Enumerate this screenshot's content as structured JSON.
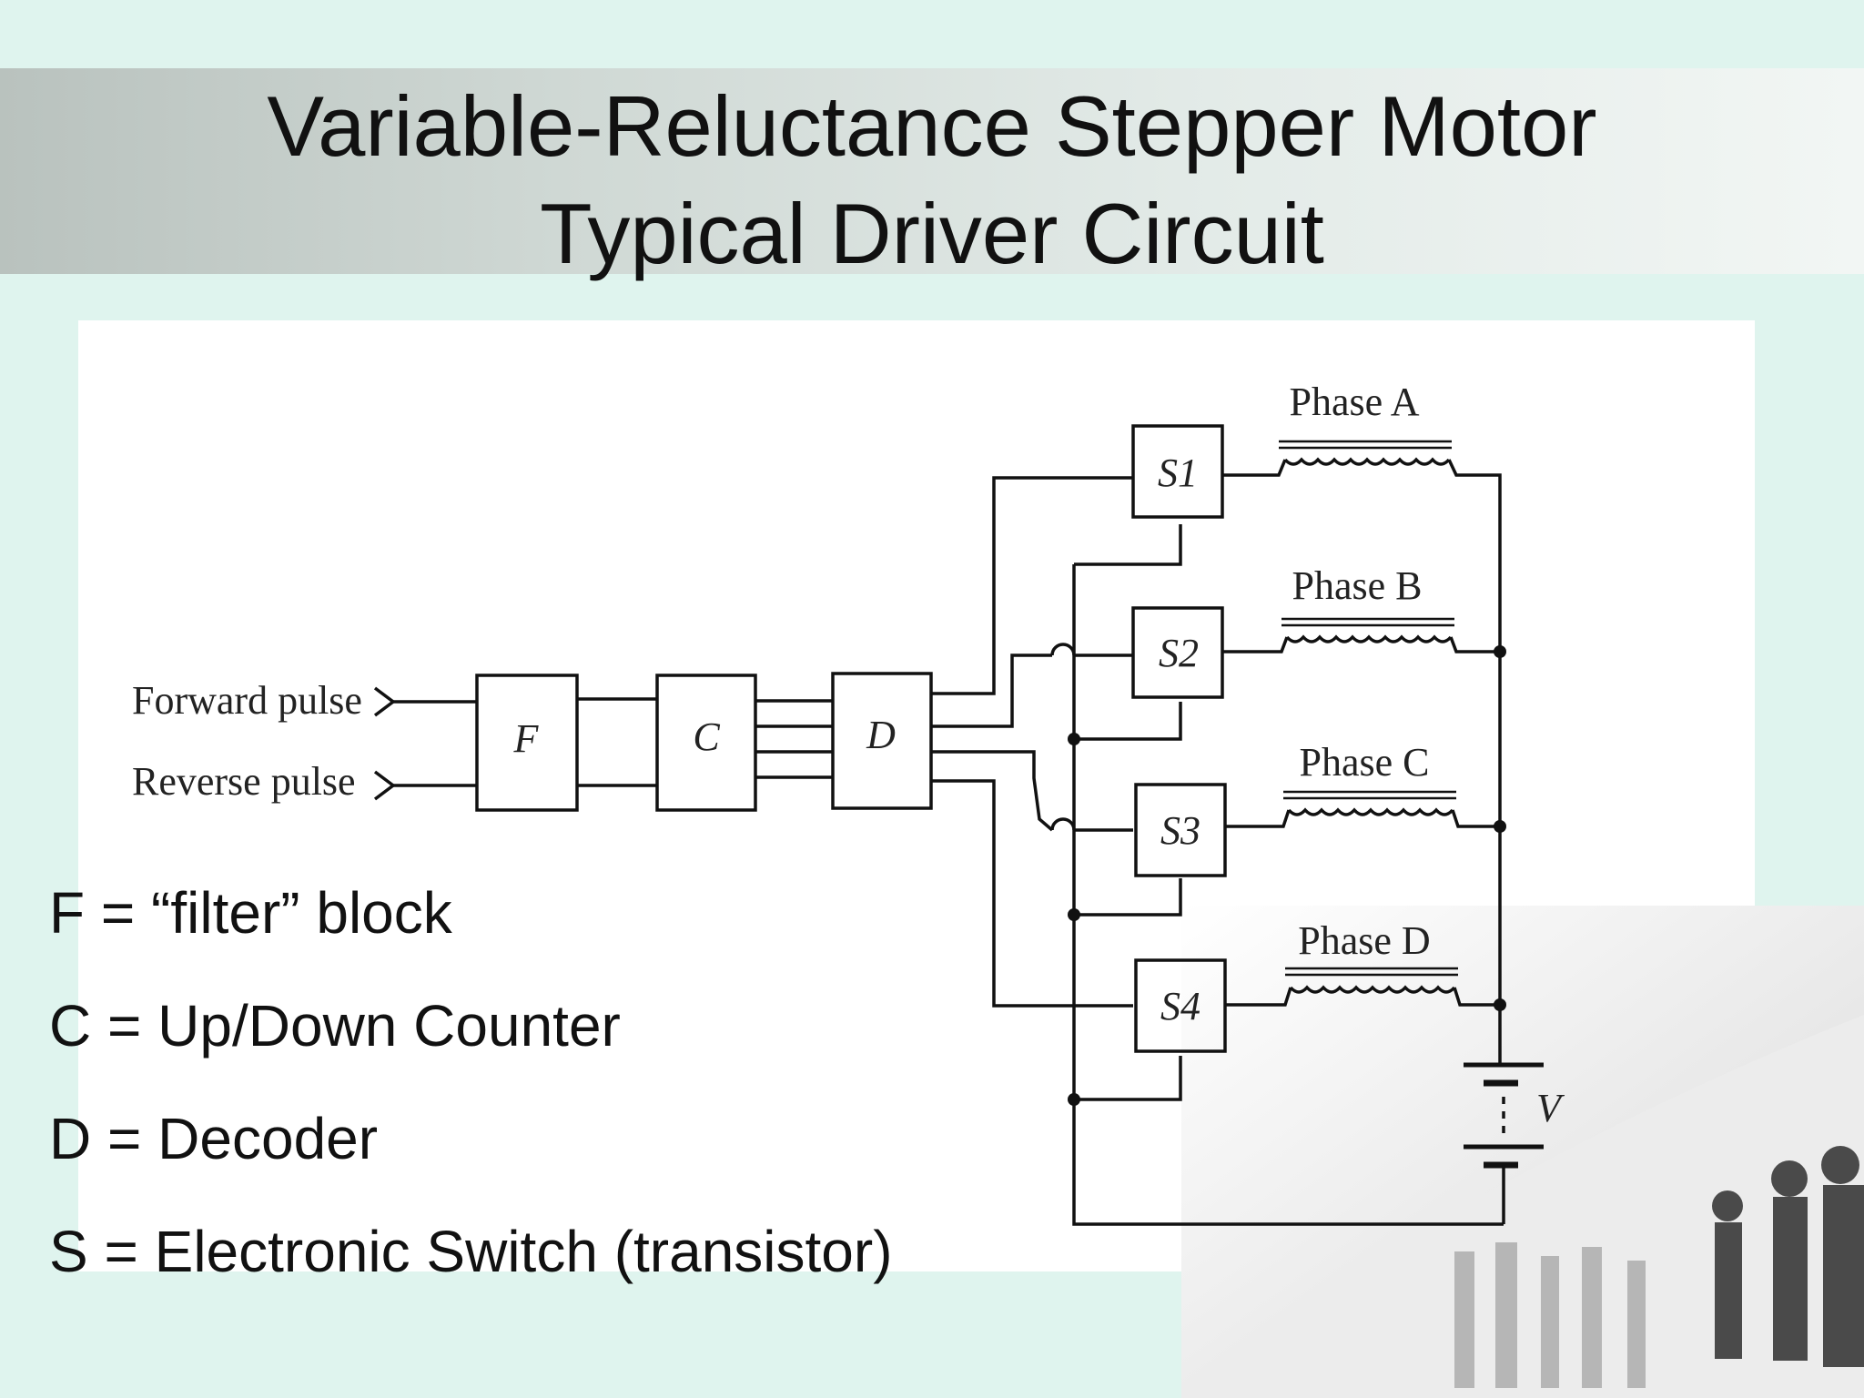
{
  "slide": {
    "title_line1": "Variable-Reluctance Stepper Motor",
    "title_line2": "Typical Driver Circuit"
  },
  "diagram": {
    "inputs": {
      "forward": "Forward pulse",
      "reverse": "Reverse pulse"
    },
    "blocks": {
      "filter": "F",
      "counter": "C",
      "decoder": "D"
    },
    "switches": [
      "S1",
      "S2",
      "S3",
      "S4"
    ],
    "phases": [
      "Phase A",
      "Phase B",
      "Phase C",
      "Phase D"
    ],
    "supply": "V"
  },
  "legend": [
    "F = “filter” block",
    "C = Up/Down Counter",
    "D = Decoder",
    "S = Electronic Switch (transistor)"
  ],
  "colors": {
    "background": "#dff4ee",
    "ink": "#111111"
  }
}
